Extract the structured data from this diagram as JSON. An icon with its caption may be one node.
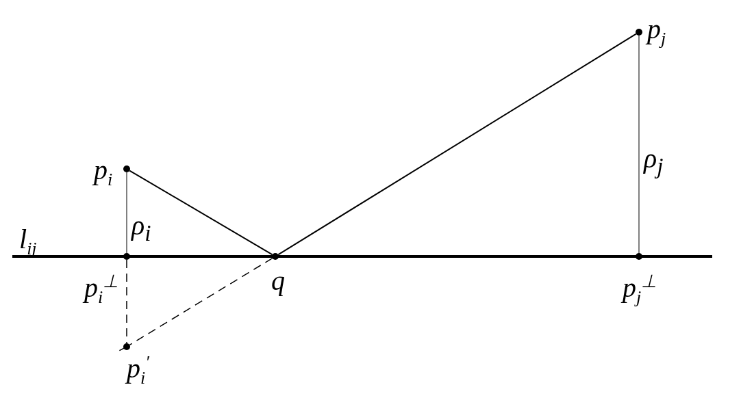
{
  "diagram": {
    "nodes": [
      {
        "text": [
          "p$_{j}$"
        ]
      },
      {
        "text": [
          "p$_{i}$"
        ]
      },
      {
        "text": [
          "p$_{i}$$^{⊥}$"
        ]
      },
      {
        "text": [
          "q"
        ]
      },
      {
        "text": [
          "p$_{j}$$^{⊥}$"
        ]
      },
      {
        "text": [
          "p$_{i}$$^{′}$"
        ]
      }
    ],
    "edges": [
      {
        "from": 1,
        "to": 3,
        "arrow": "none"
      },
      {
        "from": 3,
        "to": 0,
        "arrow": "none"
      },
      {
        "from": 1,
        "to": 2,
        "arrow": "none",
        "label": "ρ$_{i}$"
      },
      {
        "from": 0,
        "to": 4,
        "arrow": "none",
        "label": "ρ$_{j}$"
      },
      {
        "from": 2,
        "to": 5,
        "arrow": "none",
        "style": "dashed"
      },
      {
        "from": 3,
        "to": 5,
        "arrow": "none",
        "style": "dashed"
      }
    ],
    "labels": [
      "l$_{ij}$"
    ]
  }
}
